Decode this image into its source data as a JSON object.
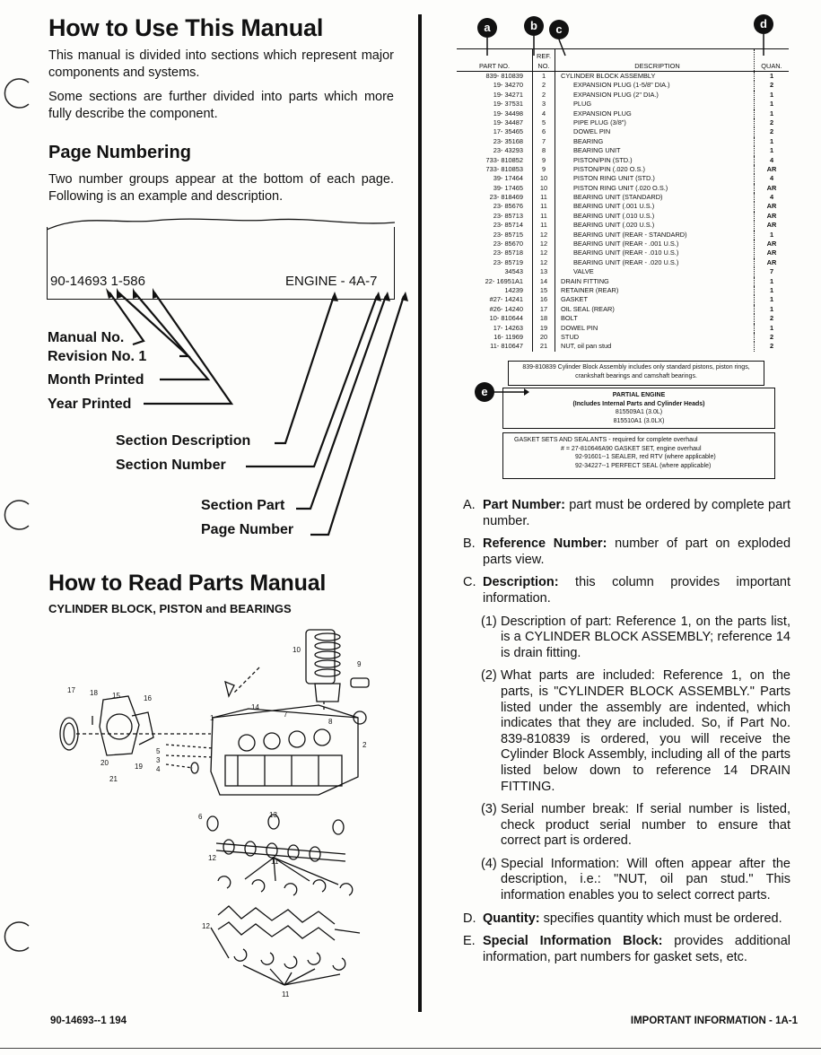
{
  "left": {
    "title": "How to Use This Manual",
    "intro1": "This manual is divided into sections which represent major components and systems.",
    "intro2": "Some sections are further divided into parts which more fully describe the component.",
    "page_numbering_title": "Page Numbering",
    "page_numbering_text": "Two number groups appear at the bottom of each page. Following is an example and description.",
    "example_left": "90-14693 1-586",
    "example_right": "ENGINE - 4A-7",
    "labels": {
      "manual_no": "Manual No.",
      "revision_no": "Revision No. 1",
      "month_printed": "Month Printed",
      "year_printed": "Year Printed",
      "section_description": "Section Description",
      "section_number": "Section Number",
      "section_part": "Section Part",
      "page_number": "Page Number"
    },
    "read_title": "How to Read Parts Manual",
    "read_subtitle": "CYLINDER BLOCK, PISTON and BEARINGS",
    "figure_refs": [
      "17",
      "18",
      "15",
      "16",
      "10",
      "9",
      "14",
      "1",
      "7",
      "8",
      "2",
      "5",
      "3",
      "4",
      "20",
      "19",
      "21",
      "6",
      "13",
      "12",
      "11",
      "12",
      "11"
    ]
  },
  "table": {
    "markers": {
      "a": "a",
      "b": "b",
      "c": "c",
      "d": "d",
      "e": "e"
    },
    "headers": {
      "part_no": "PART NO.",
      "ref_no": "REF. NO.",
      "description": "DESCRIPTION",
      "quantity": "QUAN."
    },
    "rows": [
      [
        "839- 810839",
        "1",
        "CYLINDER BLOCK ASSEMBLY",
        "1"
      ],
      [
        "19- 34270",
        "2",
        "EXPANSION PLUG (1-5/8\" DIA.)",
        "2"
      ],
      [
        "19- 34271",
        "2",
        "EXPANSION PLUG (2\" DIA.)",
        "1"
      ],
      [
        "19- 37531",
        "3",
        "PLUG",
        "1"
      ],
      [
        "19- 34498",
        "4",
        "EXPANSION PLUG",
        "1"
      ],
      [
        "19- 34487",
        "5",
        "PIPE PLUG (3/8\")",
        "2"
      ],
      [
        "17- 35465",
        "6",
        "DOWEL PIN",
        "2"
      ],
      [
        "23- 35168",
        "7",
        "BEARING",
        "1"
      ],
      [
        "23- 43293",
        "8",
        "BEARING UNIT",
        "1"
      ],
      [
        "733- 810852",
        "9",
        "PISTON/PIN (STD.)",
        "4"
      ],
      [
        "733- 810853",
        "9",
        "PISTON/PIN (.020 O.S.)",
        "AR"
      ],
      [
        "39- 17464",
        "10",
        "PISTON RING UNIT (STD.)",
        "4"
      ],
      [
        "39- 17465",
        "10",
        "PISTON RING UNIT (.020 O.S.)",
        "AR"
      ],
      [
        "23- 818469",
        "11",
        "BEARING UNIT (STANDARD)",
        "4"
      ],
      [
        "23- 85676",
        "11",
        "BEARING UNIT (.001 U.S.)",
        "AR"
      ],
      [
        "23- 85713",
        "11",
        "BEARING UNIT (.010 U.S.)",
        "AR"
      ],
      [
        "23- 85714",
        "11",
        "BEARING UNIT (.020 U.S.)",
        "AR"
      ],
      [
        "23- 85715",
        "12",
        "BEARING UNIT (REAR - STANDARD)",
        "1"
      ],
      [
        "23- 85670",
        "12",
        "BEARING UNIT (REAR - .001 U.S.)",
        "AR"
      ],
      [
        "23- 85718",
        "12",
        "BEARING UNIT (REAR - .010 U.S.)",
        "AR"
      ],
      [
        "23- 85719",
        "12",
        "BEARING UNIT (REAR - .020 U.S.)",
        "AR"
      ],
      [
        "34543",
        "13",
        "VALVE",
        "7"
      ],
      [
        "22- 16951A1",
        "14",
        "DRAIN FITTING",
        "1"
      ],
      [
        "14239",
        "15",
        "RETAINER (REAR)",
        "1"
      ],
      [
        "#27- 14241",
        "16",
        "GASKET",
        "1"
      ],
      [
        "#26- 14240",
        "17",
        "OIL SEAL (REAR)",
        "1"
      ],
      [
        "10- 810644",
        "18",
        "BOLT",
        "2"
      ],
      [
        "17- 14263",
        "19",
        "DOWEL PIN",
        "1"
      ],
      [
        "16- 11969",
        "20",
        "STUD",
        "2"
      ],
      [
        "11- 810647",
        "21",
        "NUT, oil pan stud",
        "2"
      ]
    ],
    "note": "839-810839 Cylinder Block Assembly includes only standard pistons, piston rings, crankshaft bearings and camshaft bearings.",
    "partial_engine": {
      "title": "PARTIAL ENGINE",
      "line1": "(Includes Internal Parts and Cylinder Heads)",
      "line2": "815509A1 (3.0L)",
      "line3": "815510A1 (3.0LX)"
    },
    "gasket": {
      "title": "GASKET SETS AND SEALANTS - required for complete overhaul",
      "line1": "# = 27-810646A90  GASKET SET, engine overhaul",
      "line2": "92-91601--1   SEALER, red RTV (where applicable)",
      "line3": "92-34227--1   PERFECT SEAL (where applicable)"
    }
  },
  "list": {
    "A_key": "A.",
    "A_label": "Part Number:",
    "A_text": " part must be ordered by complete part number.",
    "B_key": "B.",
    "B_label": "Reference Number:",
    "B_text": " number of part on exploded parts view.",
    "C_key": "C.",
    "C_label": "Description:",
    "C_text": " this column provides important information.",
    "C1_key": "(1)",
    "C1_text": "Description of part: Reference 1, on the parts list, is a CYLINDER BLOCK ASSEMBLY; reference 14 is drain fitting.",
    "C2_key": "(2)",
    "C2_text": "What parts are included: Reference 1, on the parts, is \"CYLINDER BLOCK ASSEMBLY.\" Parts listed under the assembly are indented, which indicates that they are included. So, if Part No. 839-810839 is ordered, you will receive the Cylinder Block Assembly, including all of the parts listed below down to reference 14 DRAIN FITTING.",
    "C3_key": "(3)",
    "C3_text": "Serial number break: If serial number is listed, check product serial number to ensure that correct part is ordered.",
    "C4_key": "(4)",
    "C4_text": "Special Information: Will often appear after the description, i.e.: \"NUT, oil pan stud.\" This information enables you to select correct parts.",
    "D_key": "D.",
    "D_label": "Quantity:",
    "D_text": " specifies quantity which must be ordered.",
    "E_key": "E.",
    "E_label": "Special Information Block:",
    "E_text": " provides additional information, part numbers for gasket sets, etc."
  },
  "footer": {
    "left": "90-14693--1  194",
    "right": "IMPORTANT INFORMATION - 1A-1"
  }
}
